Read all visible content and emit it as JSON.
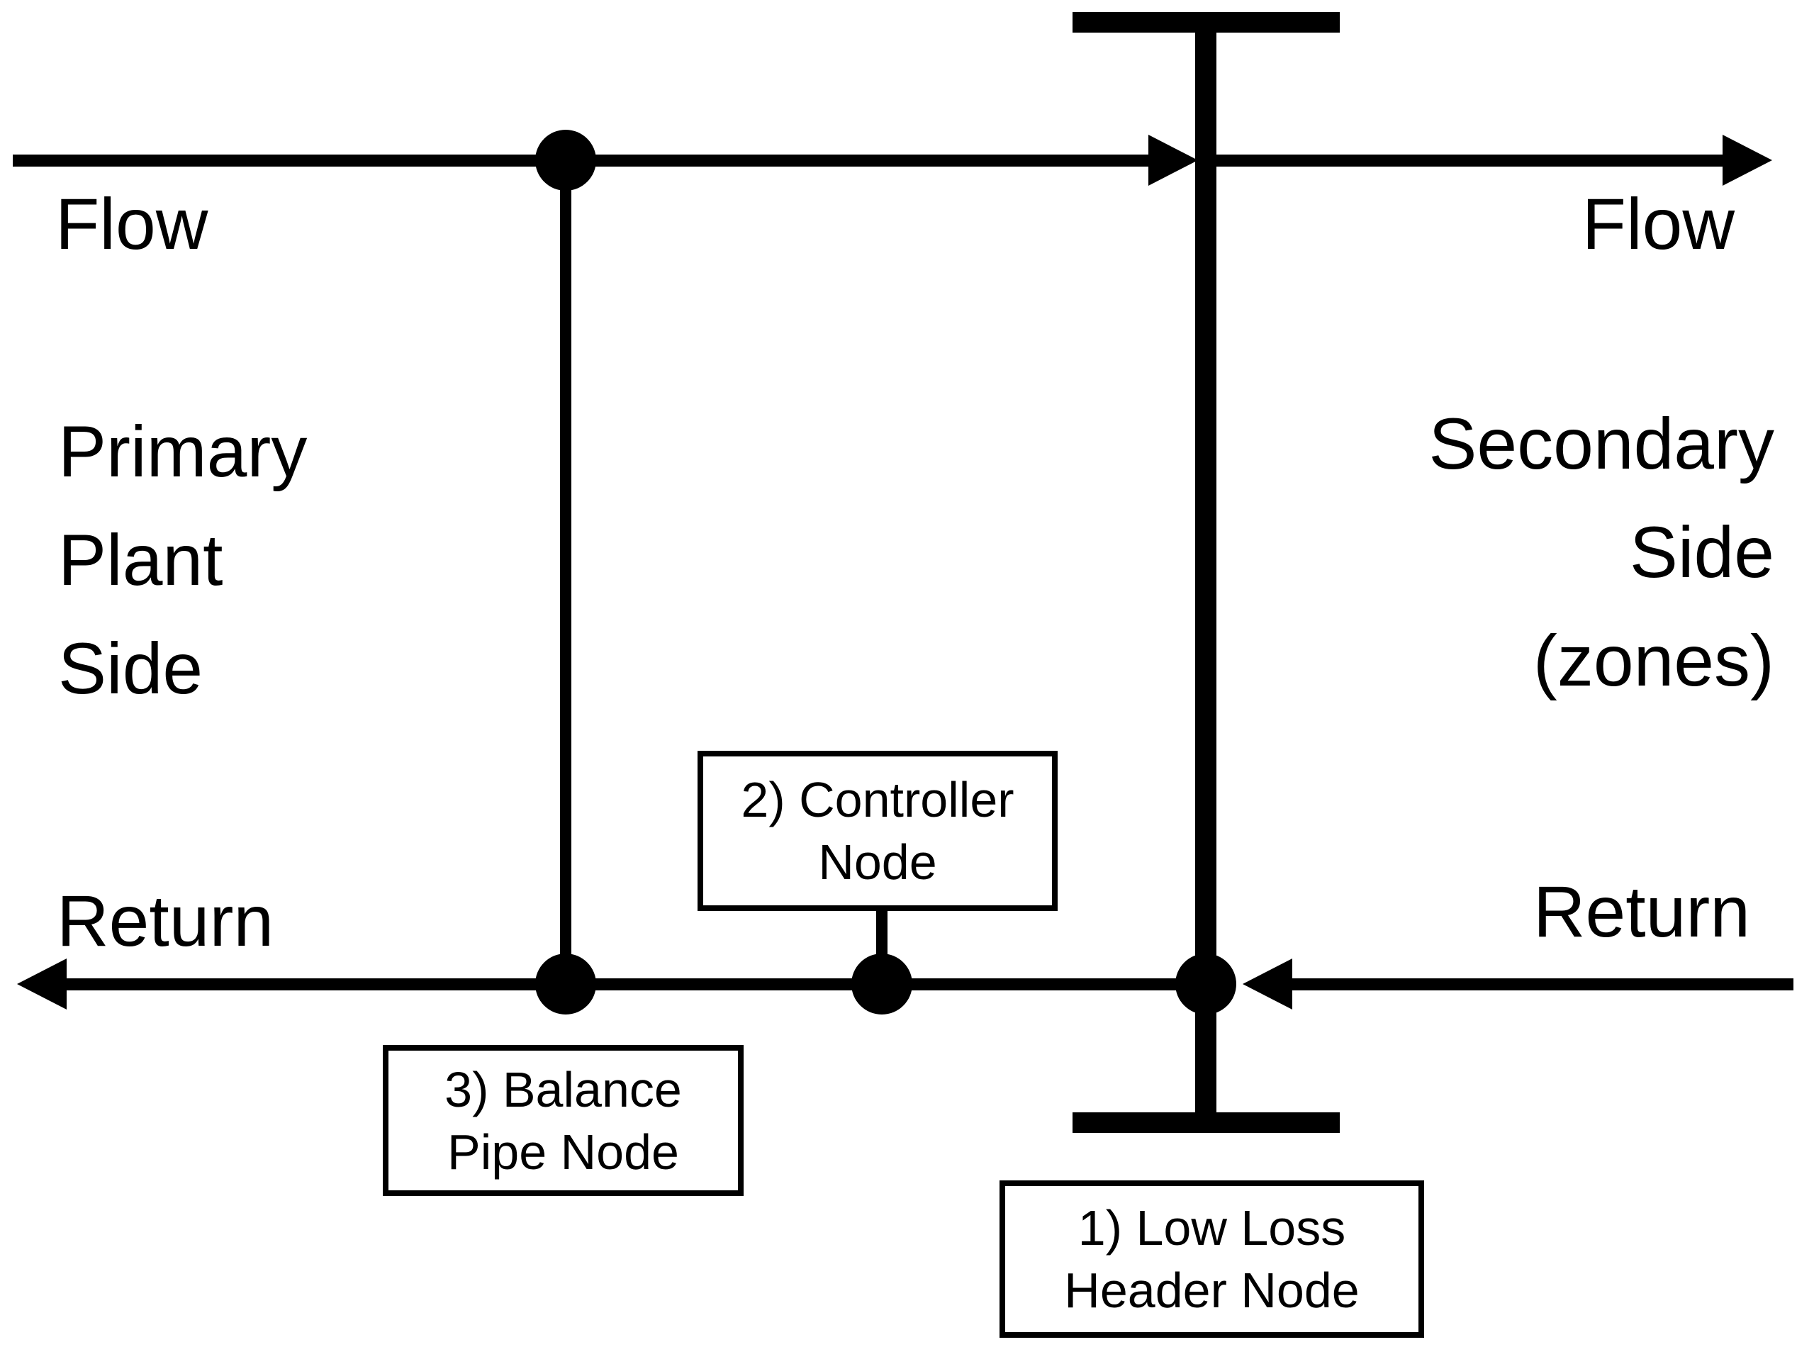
{
  "colors": {
    "background": "#ffffff",
    "line": "#000000",
    "text": "#000000"
  },
  "labels": {
    "flow_left": "Flow",
    "flow_right": "Flow",
    "return_left": "Return",
    "return_right": "Return",
    "primary_side": [
      "Primary",
      "Plant",
      "Side"
    ],
    "secondary_side": [
      "Secondary",
      "Side",
      "(zones)"
    ]
  },
  "boxes": {
    "low_loss_header": {
      "line1": "1) Low Loss",
      "line2": "Header Node"
    },
    "controller": {
      "line1": "2) Controller",
      "line2": "Node"
    },
    "balance_pipe": {
      "line1": "3) Balance",
      "line2": "Pipe Node"
    }
  },
  "shapes": {
    "node_dot": "filled-black-circle",
    "arrowhead_right": "css-triangle-pointing-right",
    "arrowhead_left": "css-triangle-pointing-left",
    "low_loss_header_bar": "thick-vertical-line-with-end-caps"
  }
}
